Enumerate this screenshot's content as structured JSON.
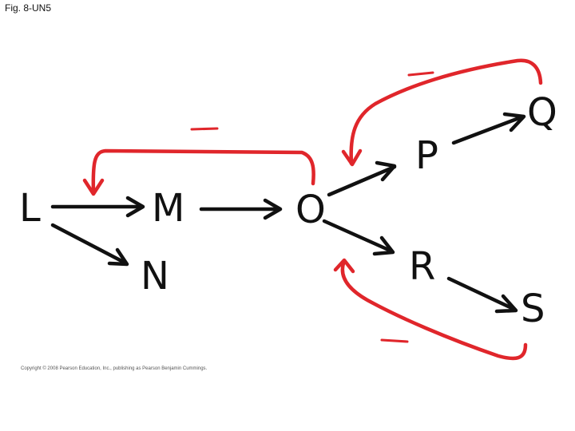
{
  "figure": {
    "title": "Fig. 8-UN5",
    "copyright": "Copyright © 2008 Pearson Education, Inc., publishing as Pearson Benjamin Cummings."
  },
  "nodes": {
    "L": "L",
    "M": "M",
    "N": "N",
    "O": "O",
    "P": "P",
    "Q": "Q",
    "R": "R",
    "S": "S"
  },
  "edges": [
    {
      "from": "L",
      "to": "M"
    },
    {
      "from": "L",
      "to": "N"
    },
    {
      "from": "M",
      "to": "O"
    },
    {
      "from": "O",
      "to": "P"
    },
    {
      "from": "O",
      "to": "R"
    },
    {
      "from": "P",
      "to": "Q"
    },
    {
      "from": "R",
      "to": "S"
    }
  ],
  "feedback": [
    {
      "from": "O",
      "to": "L-M",
      "sign": "−"
    },
    {
      "from": "Q",
      "to": "O-P",
      "sign": "−"
    },
    {
      "from": "S",
      "to": "O-R",
      "sign": "−"
    }
  ],
  "colors": {
    "ink": "#111111",
    "feedback": "#e0262b"
  }
}
